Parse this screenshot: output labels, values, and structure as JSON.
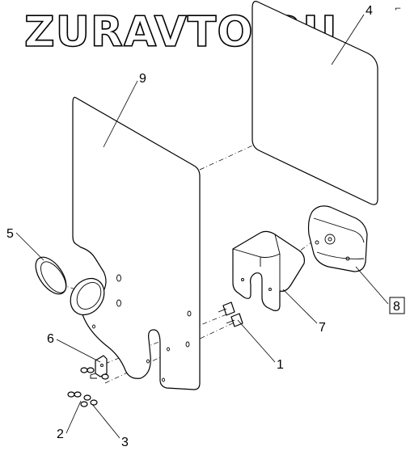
{
  "watermark": "ZURAVTO.RU",
  "corner_mark": "⌐",
  "callouts": [
    {
      "id": "1",
      "boxed": false
    },
    {
      "id": "2",
      "boxed": false
    },
    {
      "id": "3",
      "boxed": false
    },
    {
      "id": "4",
      "boxed": false
    },
    {
      "id": "5",
      "boxed": false
    },
    {
      "id": "6",
      "boxed": false
    },
    {
      "id": "7",
      "boxed": false
    },
    {
      "id": "8",
      "boxed": true
    },
    {
      "id": "9",
      "boxed": false
    }
  ],
  "colors": {
    "line": "#000000",
    "background": "#ffffff",
    "watermark_outline": "#000000"
  }
}
